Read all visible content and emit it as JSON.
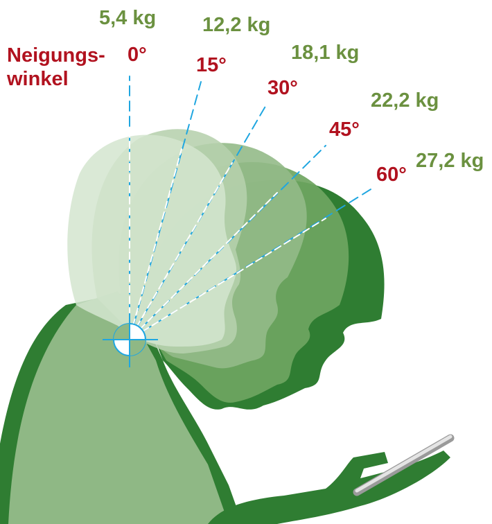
{
  "title": {
    "line1": "Neigungs-",
    "line2": "winkel"
  },
  "angles": [
    {
      "angle_label": "0°",
      "weight_label": "5,4 kg",
      "angle_deg": 0,
      "weight_kg": 5.4
    },
    {
      "angle_label": "15°",
      "weight_label": "12,2 kg",
      "angle_deg": 15,
      "weight_kg": 12.2
    },
    {
      "angle_label": "30°",
      "weight_label": "18,1 kg",
      "angle_deg": 30,
      "weight_kg": 18.1
    },
    {
      "angle_label": "45°",
      "weight_label": "22,2 kg",
      "angle_deg": 45,
      "weight_kg": 22.2
    },
    {
      "angle_label": "60°",
      "weight_label": "27,2 kg",
      "angle_deg": 60,
      "weight_kg": 27.2
    }
  ],
  "colors": {
    "angle_text": "#b1121f",
    "weight_text": "#6b9140",
    "guide_line": "#1fa6e0",
    "head_0": "#cfe1c9",
    "head_15": "#b6d0ad",
    "head_30": "#94ba88",
    "head_45": "#6fa561",
    "head_60": "#2f7d32",
    "phone": "#c9c9c9"
  },
  "icons": [
    "pivot-crosshair-icon",
    "smartphone-icon"
  ]
}
